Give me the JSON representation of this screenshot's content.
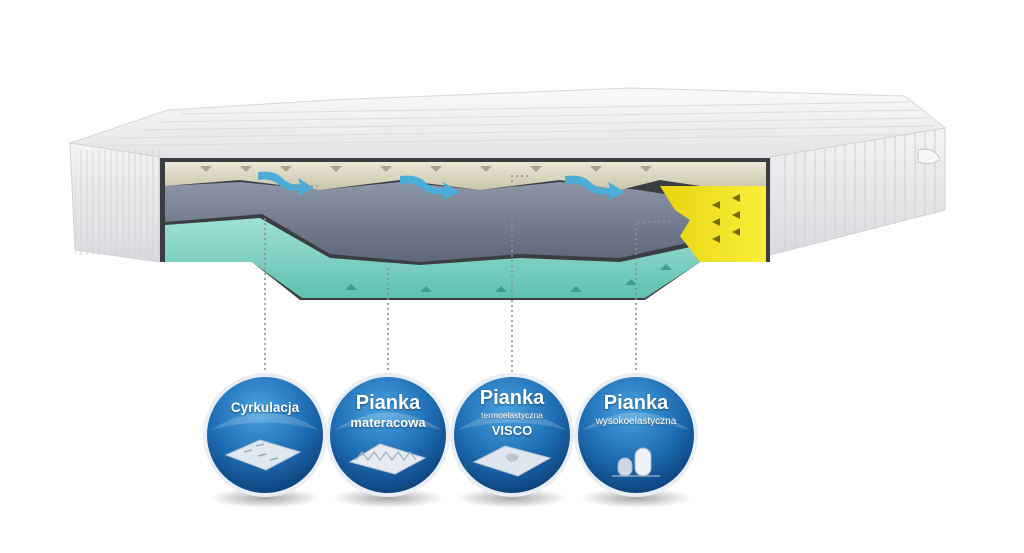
{
  "badges": [
    {
      "id": "cyrkulacja",
      "line1": "Cyrkulacja",
      "icon": "ventilated-plate-icon"
    },
    {
      "id": "pianka-materacowa",
      "line1": "Pianka",
      "line2": "materacowa",
      "icon": "egg-crate-foam-icon"
    },
    {
      "id": "pianka-visco",
      "line1": "Pianka",
      "line2": "termoelastyczna",
      "line3": "VISCO",
      "icon": "memory-foam-handprint-icon"
    },
    {
      "id": "pianka-hr",
      "line1": "Pianka",
      "line2": "wysokoelastyczna",
      "icon": "foam-cylinders-icon"
    }
  ],
  "colors": {
    "badge_dark": "#0b3f78",
    "badge_light": "#3e95d6",
    "cover": "#f1f2f3",
    "visco_layer": "#6f7a8d",
    "base_foam": "#7fd1c4",
    "top_layer": "#ddd9c2",
    "hr_insert": "#f5e51d",
    "air_arrow": "#4aaedb"
  }
}
